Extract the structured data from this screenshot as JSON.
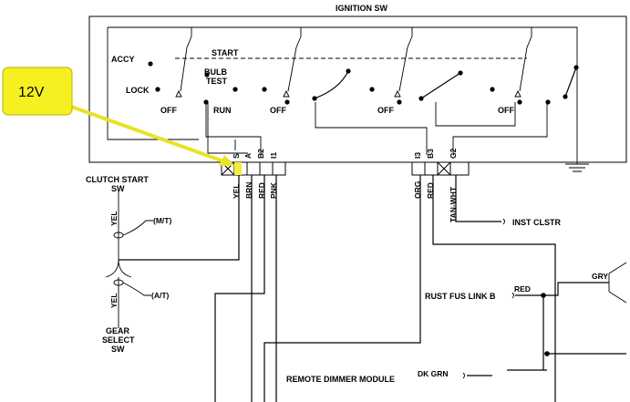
{
  "callout": {
    "text": "12V",
    "fill": "#f7f021",
    "arrow_color": "#e8e22a",
    "highlight": "#f2ee3c"
  },
  "switch": {
    "title": "IGNITION SW",
    "positions": {
      "accy": "ACCY",
      "lock": "LOCK",
      "off": "OFF",
      "run": "RUN",
      "start": "START",
      "bulb": "BULB",
      "test": "TEST"
    }
  },
  "connector": {
    "left_pins": [
      "S",
      "A",
      "B2",
      "I1"
    ],
    "right_pins": [
      "I3",
      "B3",
      "G2"
    ]
  },
  "wires": {
    "yel": "YEL",
    "brn": "BRN",
    "red": "RED",
    "pnk": "PNK",
    "org": "ORG",
    "tan_wht": "TAN-WHT",
    "gry": "GRY",
    "dk_grn": "DK GRN"
  },
  "components": {
    "clutch_start_line1": "CLUTCH START",
    "clutch_start_line2": "SW",
    "gear_select_line1": "GEAR",
    "gear_select_line2": "SELECT",
    "gear_select_line3": "SW",
    "mt": "(M/T)",
    "at": "(A/T)",
    "inst_clstr": "INST CLSTR",
    "rust_fus_link": "RUST FUS LINK B",
    "remote_dimmer": "REMOTE DIMMER MODULE"
  }
}
